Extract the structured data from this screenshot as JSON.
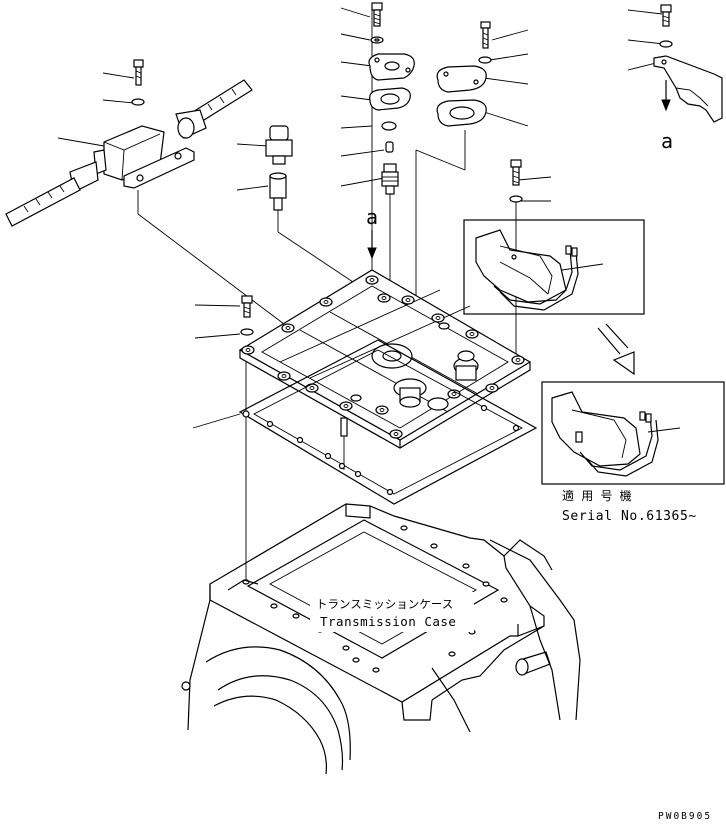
{
  "labels": {
    "view_marker": "a",
    "case_jp": "トランスミッションケース",
    "case_en": "Transmission Case",
    "serial_jp": "適 用 号 機",
    "serial_en": "Serial No.61365~",
    "drawing_code": "PW0B905"
  }
}
